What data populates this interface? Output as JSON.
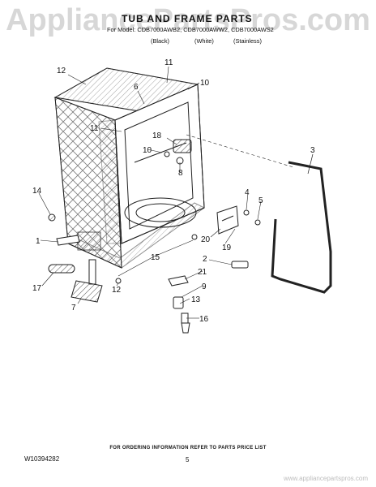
{
  "watermark": "AppliancePartsPros.com",
  "header": {
    "title": "TUB AND FRAME PARTS",
    "models": "For Model: CDB7000AWB2, CDB7000AWW2, CDB7000AWS2",
    "finishes": [
      "(Black)",
      "(White)",
      "(Stainless)"
    ]
  },
  "callouts": [
    "11",
    "12",
    "6",
    "10",
    "11",
    "18",
    "10",
    "8",
    "3",
    "14",
    "4",
    "5",
    "20",
    "19",
    "1",
    "15",
    "2",
    "21",
    "17",
    "12",
    "7",
    "9",
    "13",
    "16"
  ],
  "footer": {
    "order_info": "FOR ORDERING INFORMATION REFER TO PARTS PRICE LIST",
    "doc_number": "W10394282",
    "page": "5",
    "site": "www.appliancepartspros.com"
  },
  "colors": {
    "line": "#222222",
    "hatch": "#555555",
    "watermark": "#969696"
  }
}
